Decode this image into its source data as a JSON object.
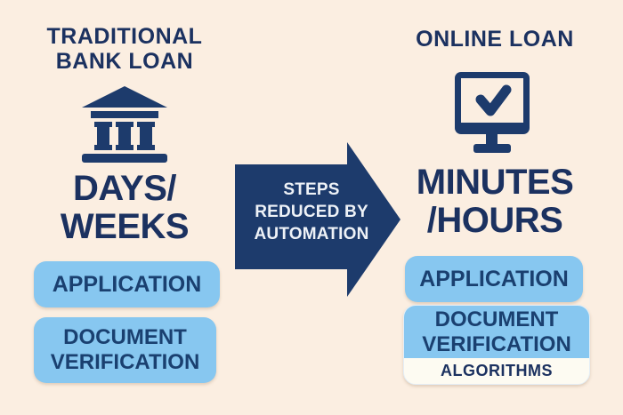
{
  "infographic": {
    "colors": {
      "background": "#fbeee1",
      "navy": "#1b3160",
      "graphic_navy": "#1d3b6c",
      "badge_blue": "#87c7f0",
      "badge_text": "#1a4070",
      "arrow_text": "#eef2f7",
      "algorithms_strip": "#fdfbf2"
    },
    "left": {
      "title_line1": "TRADITIONAL",
      "title_line2": "BANK LOAN",
      "icon": "bank-icon",
      "duration_line1": "DAYS/",
      "duration_line2": "WEEKS",
      "badges": [
        "APPLICATION",
        "DOCUMENT VERIFICATION"
      ]
    },
    "arrow": {
      "icon": "arrow-right",
      "line1": "STEPS",
      "line2": "REDUCED BY",
      "line3": "AUTOMATION"
    },
    "right": {
      "title": "ONLINE LOAN",
      "icon": "monitor-check-icon",
      "duration_line1": "MINUTES",
      "duration_line2": "/HOURS",
      "badges": [
        "APPLICATION",
        "DOCUMENT VERIFICATION"
      ],
      "sub_badge": "ALGORITHMS"
    }
  }
}
